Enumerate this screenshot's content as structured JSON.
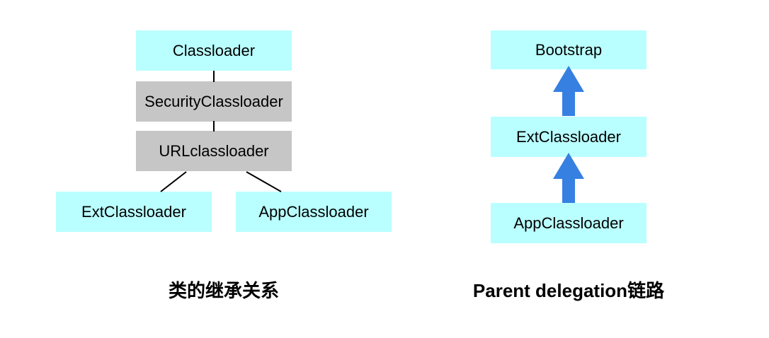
{
  "colors": {
    "background": "#FFFFFF",
    "box_cyan": "#BAFFFF",
    "box_gray": "#C6C6C6",
    "arrow_blue": "#3680E2",
    "line_black": "#000000",
    "text": "#000000"
  },
  "left_diagram": {
    "caption": "类的继承关系",
    "nodes": [
      {
        "id": "classloader",
        "label": "Classloader",
        "fill": "cyan"
      },
      {
        "id": "security-classloader",
        "label": "SecurityClassloader",
        "fill": "gray"
      },
      {
        "id": "url-classloader",
        "label": "URLclassloader",
        "fill": "gray"
      },
      {
        "id": "ext-classloader",
        "label": "ExtClassloader",
        "fill": "cyan"
      },
      {
        "id": "app-classloader",
        "label": "AppClassloader",
        "fill": "cyan"
      }
    ]
  },
  "right_diagram": {
    "caption": "Parent delegation链路",
    "nodes": [
      {
        "id": "bootstrap",
        "label": "Bootstrap",
        "fill": "cyan"
      },
      {
        "id": "ext-classloader",
        "label": "ExtClassloader",
        "fill": "cyan"
      },
      {
        "id": "app-classloader",
        "label": "AppClassloader",
        "fill": "cyan"
      }
    ]
  }
}
